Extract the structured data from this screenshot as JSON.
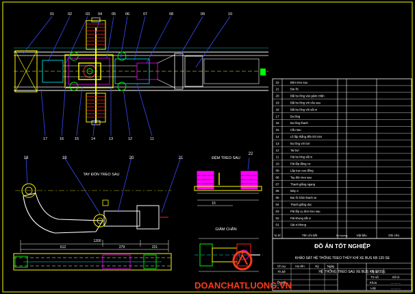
{
  "colors": {
    "background": "#000000",
    "line_white": "#ffffff",
    "frame_yellow": "#ffff00",
    "leader_blue": "#3b4cff",
    "leader_cyan": "#00ffff",
    "part_magenta": "#ff00ff",
    "part_red": "#ff2020",
    "part_green": "#00ff00",
    "title_red": "#ff3a1a"
  },
  "callouts_top": [
    "01",
    "02",
    "03",
    "04",
    "05",
    "06",
    "07",
    "08",
    "09",
    "10"
  ],
  "callouts_bottom": [
    "17",
    "16",
    "15",
    "14",
    "13",
    "12",
    "11"
  ],
  "callouts_left_views": [
    "18",
    "19",
    "20",
    "21"
  ],
  "callout_right_view": "22",
  "view_labels": {
    "arm": "TAY ĐÒN TREO SAU",
    "cushion": "ĐỆM TREO SAU",
    "shock": "GIẢM CHẤN"
  },
  "dimensions": {
    "arm_total": "1200",
    "arm_a": "612",
    "arm_b": "279",
    "arm_c": "221",
    "cushion": "15"
  },
  "parts_table": {
    "rows": [
      {
        "no": "22",
        "name": "Đệm treo sau"
      },
      {
        "no": "21",
        "name": "Đai ốc"
      },
      {
        "no": "20",
        "name": "Bắt bu lông vào giảm chấn"
      },
      {
        "no": "19",
        "name": "Bắt bu lông với cầu sau"
      },
      {
        "no": "18",
        "name": "Bắt bu lông với sắt xi"
      },
      {
        "no": "17",
        "name": "Bu lông"
      },
      {
        "no": "16",
        "name": "Bu lông thanh"
      },
      {
        "no": "15",
        "name": "Cầu sau"
      },
      {
        "no": "14",
        "name": "Lề lắp thẳng đến khí nén"
      },
      {
        "no": "13",
        "name": "Bu lông với bơi"
      },
      {
        "no": "12",
        "name": "Tai bơi"
      },
      {
        "no": "11",
        "name": "Pát bu lông sắt xi"
      },
      {
        "no": "10",
        "name": "Pát lắp động cơ"
      },
      {
        "no": "09",
        "name": "Lắp trục cao đồng"
      },
      {
        "no": "08",
        "name": "Tay đòn treo sau"
      },
      {
        "no": "07",
        "name": "Thanh giằng ngang"
      },
      {
        "no": "06",
        "name": "Máy ơ"
      },
      {
        "no": "05",
        "name": "Đai ốc hãm thanh xe"
      },
      {
        "no": "04",
        "name": "Thanh giằng dọc"
      },
      {
        "no": "03",
        "name": "Pát lắp cụ đơn treo sau"
      },
      {
        "no": "02",
        "name": "Pát khung sắt xi"
      },
      {
        "no": "01",
        "name": "Sát xi khung"
      }
    ],
    "header": {
      "no": "Vị trí",
      "name": "Tên chi tiết",
      "qty": "Số lượng",
      "material": "Vật liệu",
      "note": "Ghi chú"
    }
  },
  "title_block": {
    "main_title": "ĐỒ ÁN TỐT NGHIỆP",
    "subtitle": "KHẢO SÁT HỆ THỐNG TREO THỦY KHÍ XE BUS KB 120 SE",
    "col_headers": [
      "Ch.vụ",
      "Họ tên",
      "Ký",
      "Ngày"
    ],
    "row_label_design": "Th.kế",
    "drawing_name": "HỆ THỐNG TREO SAU XE BUS KB 120SE",
    "scale_label": "Tỷ lệ",
    "sheet_label": "Tờ số",
    "sheets_label": "Số tờ",
    "khoa_label": "Khoa",
    "lop_label": "Lớp",
    "dots": "............",
    "stamp": "Duyệt"
  },
  "watermark": "DOANCHATLUONG.VN"
}
